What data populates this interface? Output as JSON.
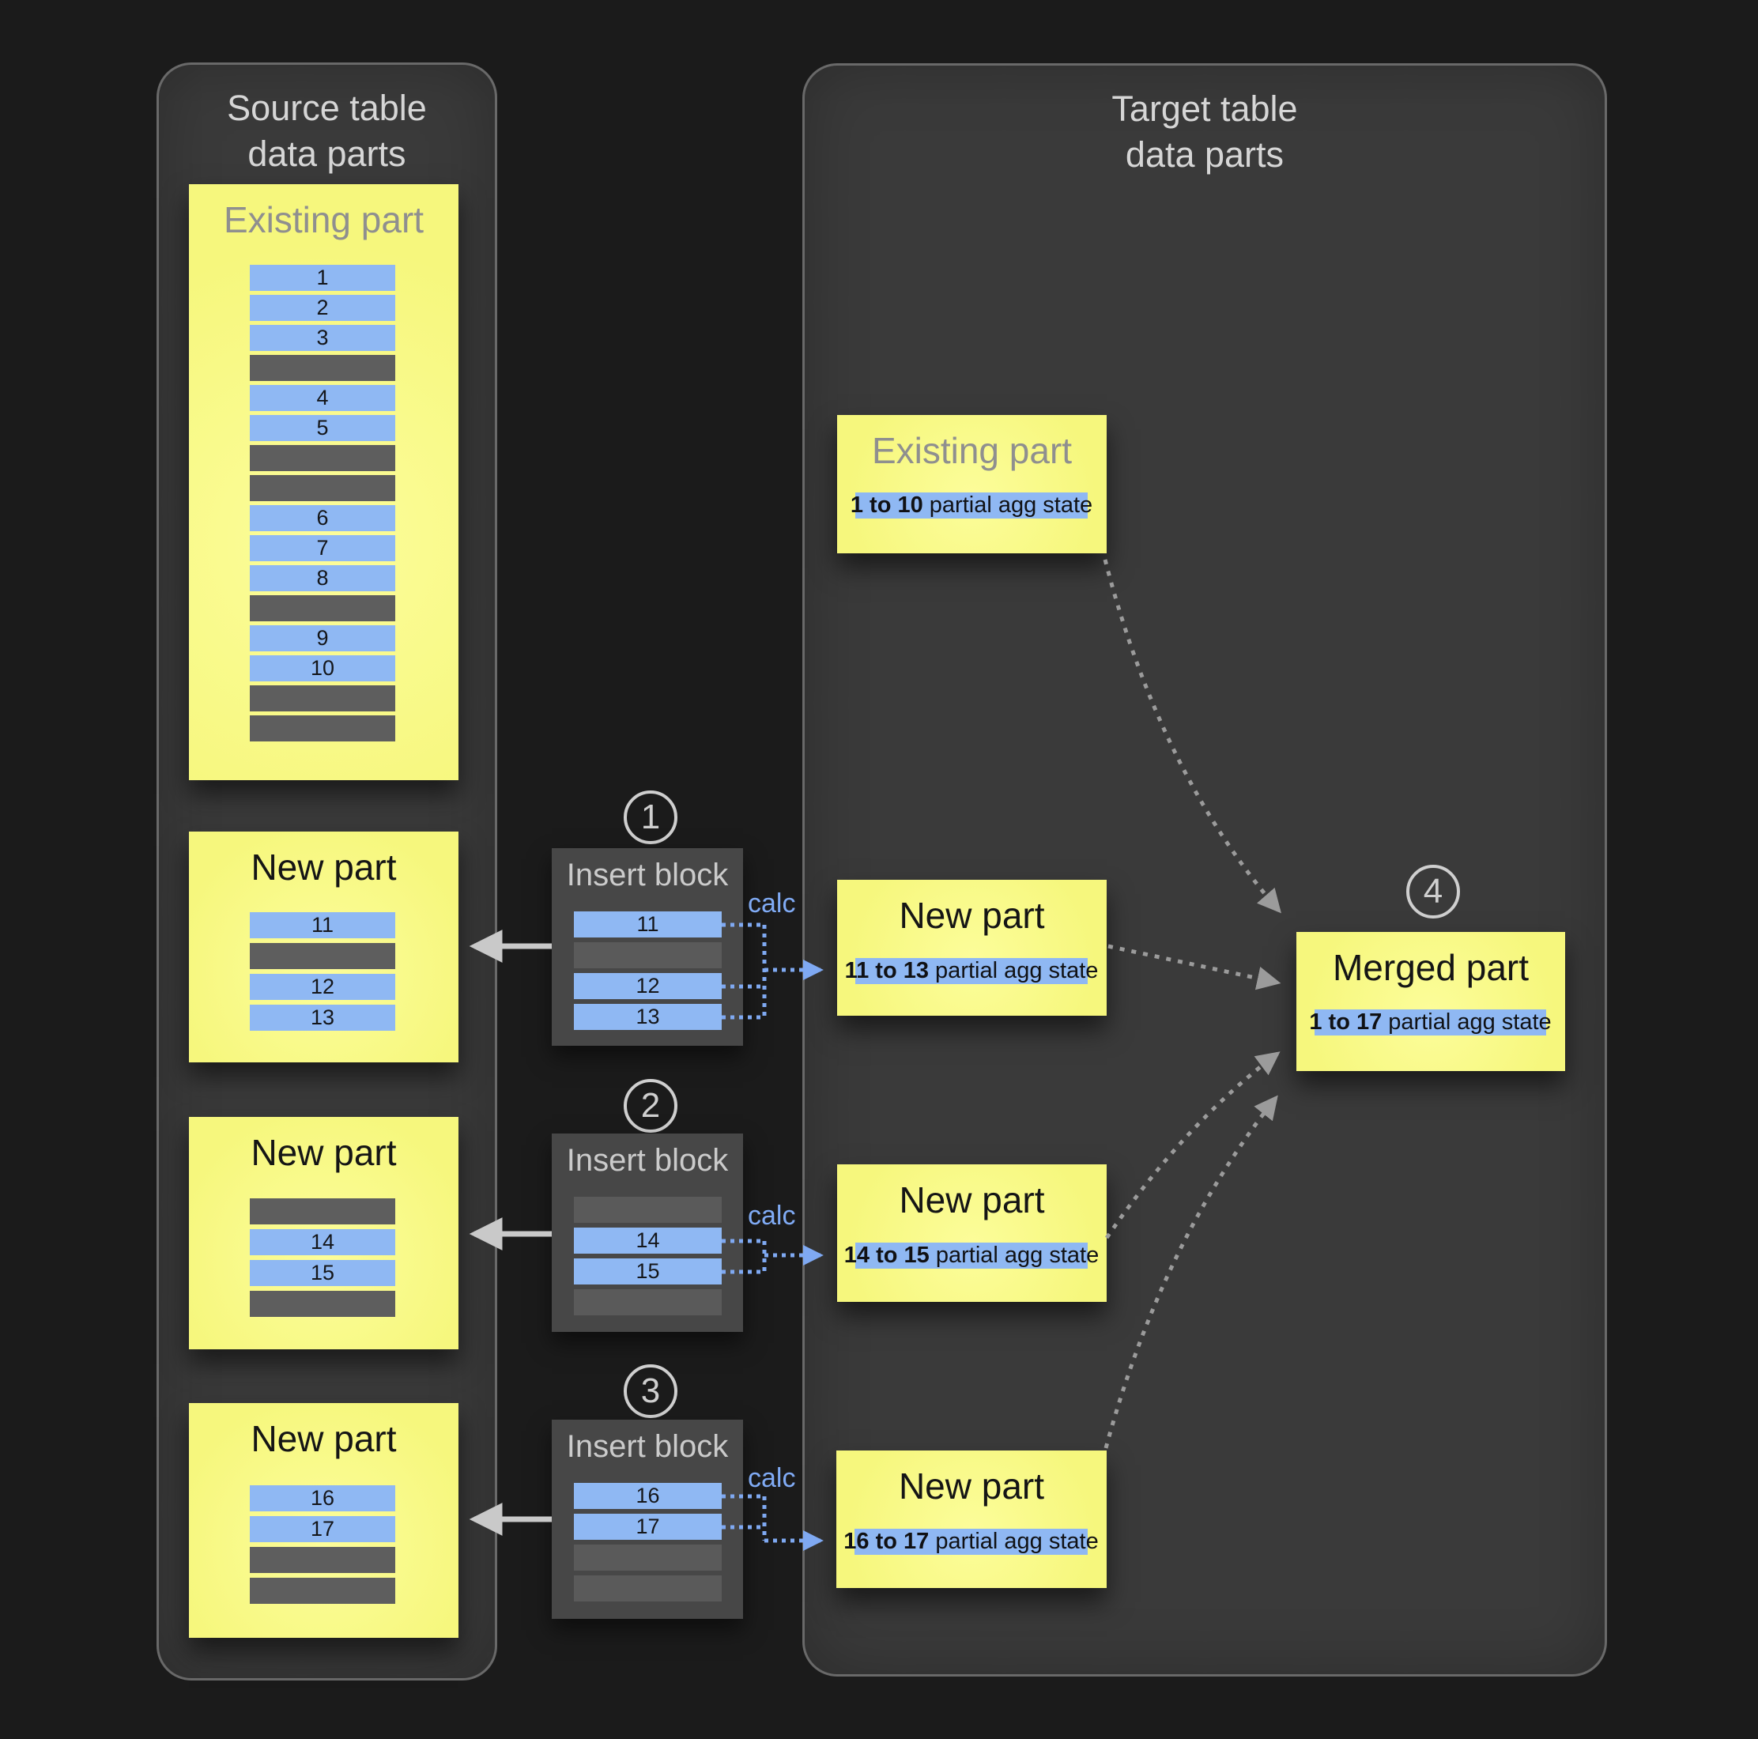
{
  "source_panel": {
    "title_line1": "Source table",
    "title_line2": "data parts",
    "existing_part": {
      "title": "Existing part",
      "rows": [
        {
          "v": "1"
        },
        {
          "v": "2"
        },
        {
          "v": "3"
        },
        {},
        {
          "v": "4"
        },
        {
          "v": "5"
        },
        {},
        {},
        {
          "v": "6"
        },
        {
          "v": "7"
        },
        {
          "v": "8"
        },
        {},
        {
          "v": "9"
        },
        {
          "v": "10"
        },
        {},
        {}
      ]
    },
    "new_parts": [
      {
        "title": "New part",
        "rows": [
          {
            "v": "11"
          },
          {},
          {
            "v": "12"
          },
          {
            "v": "13"
          }
        ]
      },
      {
        "title": "New part",
        "rows": [
          {},
          {
            "v": "14"
          },
          {
            "v": "15"
          },
          {}
        ]
      },
      {
        "title": "New part",
        "rows": [
          {
            "v": "16"
          },
          {
            "v": "17"
          },
          {},
          {}
        ]
      }
    ]
  },
  "insert_blocks": [
    {
      "step": "1",
      "title": "Insert block",
      "calc_label": "calc",
      "rows": [
        {
          "v": "11"
        },
        {},
        {
          "v": "12"
        },
        {
          "v": "13"
        }
      ]
    },
    {
      "step": "2",
      "title": "Insert block",
      "calc_label": "calc",
      "rows": [
        {},
        {
          "v": "14"
        },
        {
          "v": "15"
        },
        {}
      ]
    },
    {
      "step": "3",
      "title": "Insert block",
      "calc_label": "calc",
      "rows": [
        {
          "v": "16"
        },
        {
          "v": "17"
        },
        {},
        {}
      ]
    }
  ],
  "target_panel": {
    "title_line1": "Target table",
    "title_line2": "data parts",
    "existing_part": {
      "title": "Existing part",
      "agg_range": "1 to 10",
      "agg_suffix": " partial agg state"
    },
    "new_parts": [
      {
        "title": "New part",
        "agg_range": "11 to 13",
        "agg_suffix": " partial agg state"
      },
      {
        "title": "New part",
        "agg_range": "14 to 15",
        "agg_suffix": " partial agg state"
      },
      {
        "title": "New part",
        "agg_range": "16 to 17",
        "agg_suffix": " partial agg state"
      }
    ],
    "merged_part": {
      "step": "4",
      "title": "Merged part",
      "agg_range": "1 to 17",
      "agg_suffix": " partial agg state"
    }
  },
  "colors": {
    "page_bg": "#1b1b1b",
    "panel_bg": "#3a3a3a",
    "part_yellow": "#f7f87e",
    "row_blue": "#8fb8f3",
    "row_gray": "#5e5e5e",
    "calc_blue": "#80abf5",
    "dotted_gray": "#9b9b9b",
    "arrow_light": "#c9c9c9"
  }
}
